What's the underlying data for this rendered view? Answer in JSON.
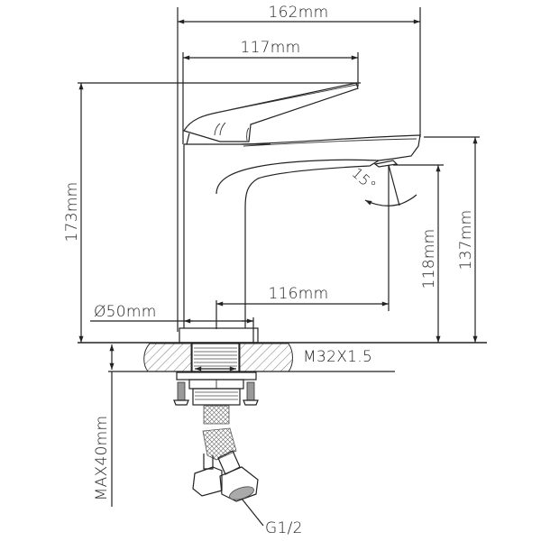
{
  "drawing": {
    "title": "Basin mixer faucet technical drawing",
    "dimensions": {
      "overall_width": "162mm",
      "handle_length": "117mm",
      "overall_height": "173mm",
      "spout_reach": "116mm",
      "base_diameter": "Ø50mm",
      "spout_height": "118mm",
      "spout_top_height": "137mm",
      "thread": "M32X1.5",
      "max_counter_thickness": "MAX40mm",
      "hose_connection": "G1/2",
      "spout_angle": "15°"
    }
  }
}
